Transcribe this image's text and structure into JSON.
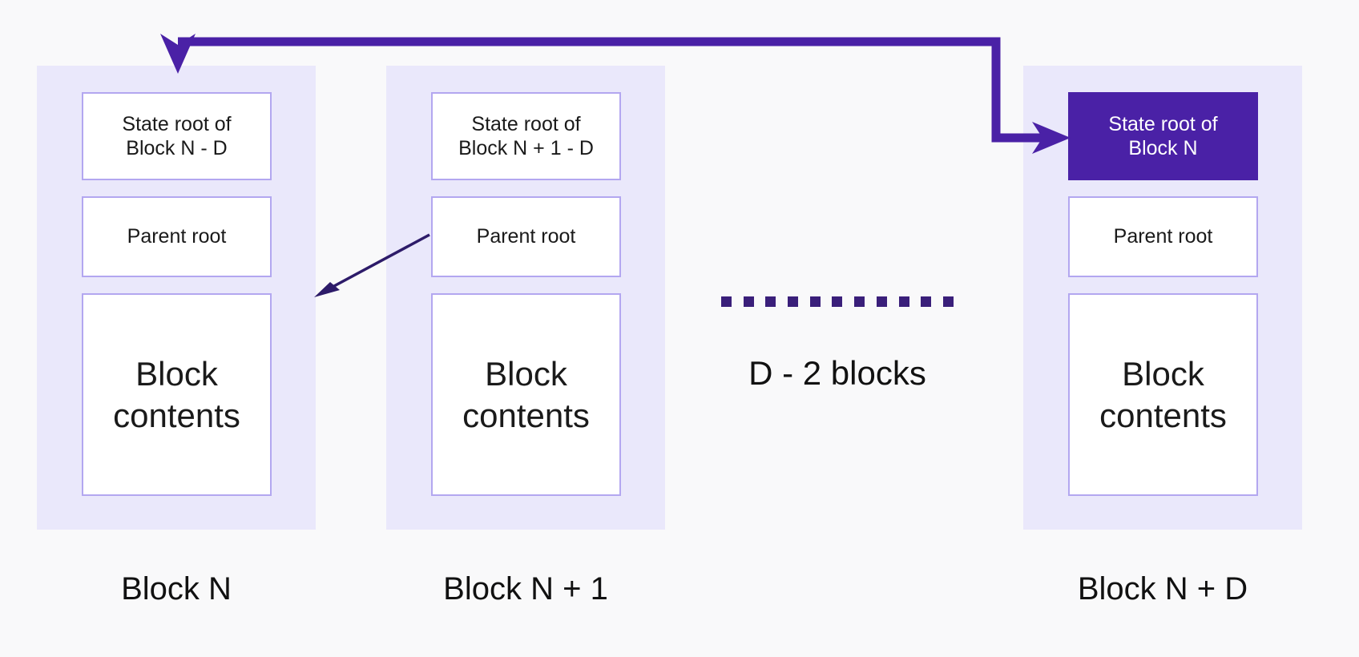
{
  "diagram": {
    "title": "Blockchain deferred state root diagram",
    "background_color": "#f9f9fa",
    "panel_color": "#eae8fb",
    "cell_border_color": "#b3a7f0",
    "highlight_color": "#4a21a6",
    "arrow_color": "#4a21a6",
    "thin_arrow_color": "#2d1b69",
    "dot_color": "#3a1f7a",
    "columns": [
      {
        "id": "block-n",
        "label": "Block N",
        "cells": [
          {
            "id": "state-root",
            "text": "State root of\nBlock N - D",
            "highlighted": false
          },
          {
            "id": "parent-root",
            "text": "Parent root",
            "highlighted": false
          },
          {
            "id": "block-contents",
            "text": "Block\ncontents",
            "highlighted": false
          }
        ]
      },
      {
        "id": "block-n-plus-1",
        "label": "Block N + 1",
        "cells": [
          {
            "id": "state-root",
            "text": "State root of\nBlock N + 1 - D",
            "highlighted": false
          },
          {
            "id": "parent-root",
            "text": "Parent root",
            "highlighted": false
          },
          {
            "id": "block-contents",
            "text": "Block\ncontents",
            "highlighted": false
          }
        ]
      },
      {
        "id": "block-n-plus-d",
        "label": "Block N + D",
        "cells": [
          {
            "id": "state-root",
            "text": "State root of\nBlock N",
            "highlighted": true
          },
          {
            "id": "parent-root",
            "text": "Parent root",
            "highlighted": false
          },
          {
            "id": "block-contents",
            "text": "Block\ncontents",
            "highlighted": false
          }
        ]
      }
    ],
    "gap": {
      "label": "D - 2 blocks",
      "dot_count": 11
    }
  }
}
